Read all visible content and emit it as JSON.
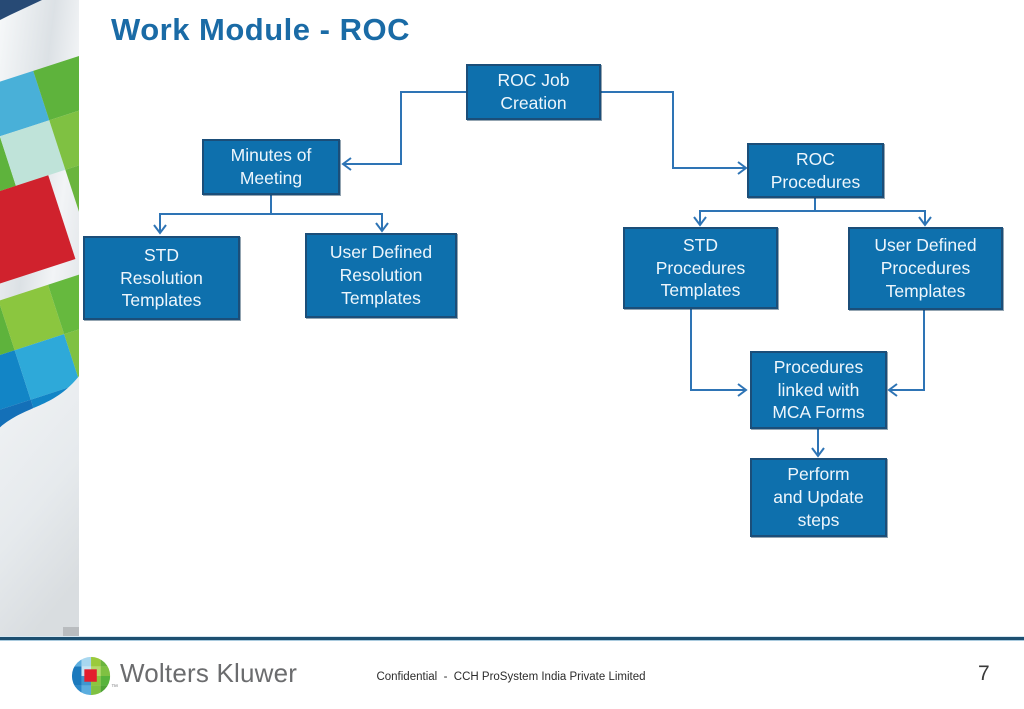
{
  "title": "Work Module - ROC",
  "nodes": {
    "roc_job": {
      "label": "ROC Job\nCreation"
    },
    "minutes": {
      "label": "Minutes of\nMeeting"
    },
    "roc_procedures": {
      "label": "ROC\nProcedures"
    },
    "std_resolution": {
      "label": "STD\nResolution\nTemplates"
    },
    "user_resolution": {
      "label": "User Defined\nResolution\nTemplates"
    },
    "std_procedures": {
      "label": "STD\nProcedures\nTemplates"
    },
    "user_procedures": {
      "label": "User Defined\nProcedures\nTemplates"
    },
    "procedures_mca": {
      "label": "Procedures\nlinked with\nMCA Forms"
    },
    "perform_update": {
      "label": "Perform\nand Update\nsteps"
    }
  },
  "edges": [
    {
      "from": "roc_job",
      "to": "minutes"
    },
    {
      "from": "roc_job",
      "to": "roc_procedures"
    },
    {
      "from": "minutes",
      "to": "std_resolution"
    },
    {
      "from": "minutes",
      "to": "user_resolution"
    },
    {
      "from": "roc_procedures",
      "to": "std_procedures"
    },
    {
      "from": "roc_procedures",
      "to": "user_procedures"
    },
    {
      "from": "std_procedures",
      "to": "procedures_mca"
    },
    {
      "from": "user_procedures",
      "to": "procedures_mca"
    },
    {
      "from": "procedures_mca",
      "to": "perform_update"
    }
  ],
  "footer": {
    "confidential": "Confidential  -  CCH ProSystem India Private Limited",
    "page_number": "7",
    "logo_text": "Wolters Kluwer",
    "trademark": "™"
  },
  "colors": {
    "box_fill": "#0e70ad",
    "box_border": "#1b4e79",
    "connector": "#2e74b5",
    "title": "#1a6ba6",
    "logo_text": "#6b6c6e"
  }
}
